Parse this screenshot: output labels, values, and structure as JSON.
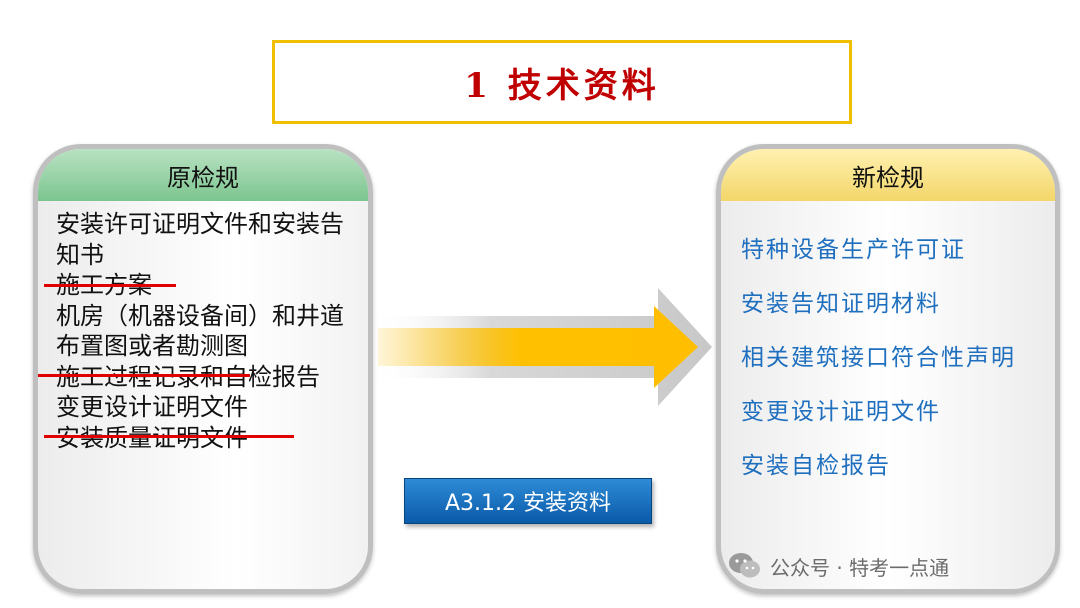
{
  "title": "1  技术资料",
  "left_panel": {
    "header": "原检规",
    "items": [
      {
        "text": "安装许可证明文件和安装告知书",
        "struck": false
      },
      {
        "text": "施工方案",
        "struck": true
      },
      {
        "text": "机房（机器设备间）和井道布置图或者勘测图",
        "struck": false
      },
      {
        "text": "施工过程记录和自检报告",
        "struck": "partial"
      },
      {
        "text": "变更设计证明文件",
        "struck": false
      },
      {
        "text": "安装质量证明文件",
        "struck": true
      }
    ]
  },
  "right_panel": {
    "header": "新检规",
    "items": [
      "特种设备生产许可证",
      "安装告知证明材料",
      "相关建筑接口符合性声明",
      "变更设计证明文件",
      "安装自检报告"
    ]
  },
  "badge": "A3.1.2 安装资料",
  "watermark": "公众号 · 特考一点通",
  "colors": {
    "title_text": "#c00000",
    "title_border": "#f0c000",
    "left_header": "#7cc58f",
    "right_header": "#f3d66a",
    "strike": "#e00000",
    "right_text": "#1f6fbf",
    "arrow": "#ffc000",
    "badge": "#0a5aa8"
  },
  "icons": [
    "wechat-icon"
  ]
}
